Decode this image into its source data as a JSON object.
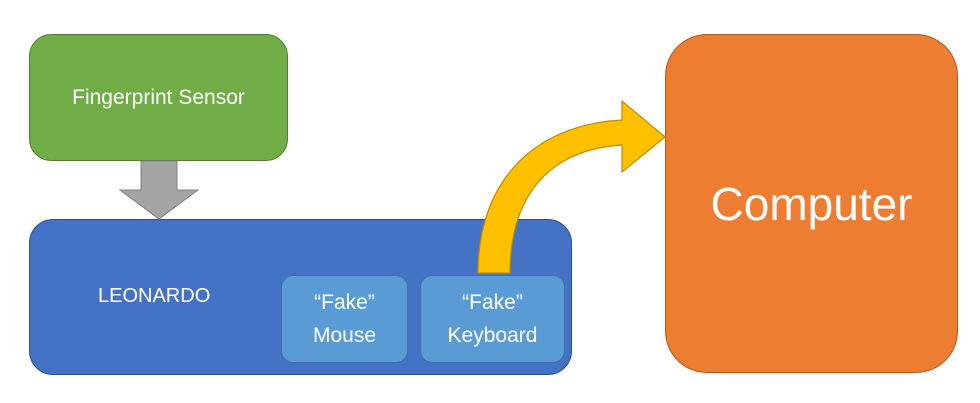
{
  "nodes": {
    "sensor": {
      "label": "Fingerprint Sensor"
    },
    "leonardo": {
      "label": "LEONARDO"
    },
    "mouse": {
      "line1": "“Fake”",
      "line2": "Mouse"
    },
    "keyboard": {
      "line1": "“Fake”",
      "line2": "Keyboard"
    },
    "computer": {
      "label": "Computer"
    }
  },
  "edges": [
    {
      "from": "sensor",
      "to": "leonardo",
      "color": "#a5a5a5"
    },
    {
      "from": "keyboard",
      "to": "computer",
      "color": "#ffc000"
    }
  ],
  "colors": {
    "sensor": "#70ad47",
    "leonardo": "#4472c4",
    "fake_device": "#5b9bd5",
    "computer": "#ed7d31"
  }
}
